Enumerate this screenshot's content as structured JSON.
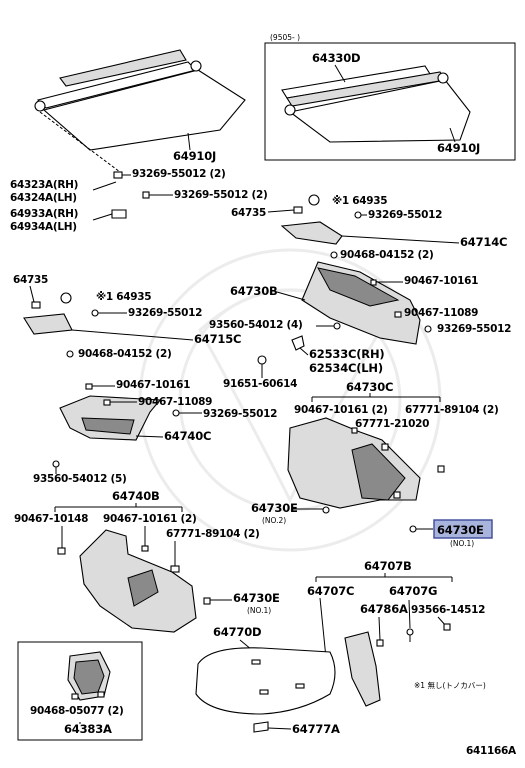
{
  "diagram": {
    "header_label": "(9505-      )",
    "figure_code": "641166A",
    "footnote": "※1 無し(トノカバー)",
    "parts": {
      "p64330D": "64330D",
      "p64910J_top": "64910J",
      "p64910J_left": "64910J",
      "p93269_55012_2a": "93269-55012 (2)",
      "p93269_55012_2b": "93269-55012 (2)",
      "p64323A": "64323A(RH)",
      "p64324A": "64324A(LH)",
      "p64933A": "64933A(RH)",
      "p64934A": "64934A(LH)",
      "p64935_r": "※1 64935",
      "p64735_r": "64735",
      "p93269_55012_r": "93269-55012",
      "p64714C": "64714C",
      "p90468_04152_r": "90468-04152 (2)",
      "p64735_l": "64735",
      "p64935_l": "※1 64935",
      "p93269_55012_l": "93269-55012",
      "p64715C": "64715C",
      "p90468_04152_l": "90468-04152 (2)",
      "p64730B": "64730B",
      "p90467_10161_a": "90467-10161",
      "p90467_11089_a": "90467-11089",
      "p93560_54012_4": "93560-54012 (4)",
      "p93269_55012_c": "93269-55012",
      "p62533C": "62533C(RH)",
      "p62534C": "62534C(LH)",
      "p91651_60614": "91651-60614",
      "p90467_10161_b": "90467-10161",
      "p64730C": "64730C",
      "p90467_11089_b": "90467-11089",
      "p93269_55012_d": "93269-55012",
      "p90467_10161_2a": "90467-10161 (2)",
      "p67771_89104_2a": "67771-89104 (2)",
      "p67771_21020": "67771-21020",
      "p64740C": "64740C",
      "p93560_54012_5": "93560-54012 (5)",
      "p64740B": "64740B",
      "p90467_10148": "90467-10148",
      "p90467_10161_2b": "90467-10161 (2)",
      "p67771_89104_2b": "67771-89104 (2)",
      "p64730E_no2": "64730E",
      "no2": "(NO.2)",
      "p64730E_hl": "64730E",
      "no1_hl": "(NO.1)",
      "p64730E_no1": "64730E",
      "no1": "(NO.1)",
      "p64707B": "64707B",
      "p64707C": "64707C",
      "p64707G": "64707G",
      "p64786A": "64786A",
      "p93566_14512": "93566-14512",
      "p64770D": "64770D",
      "p64777A": "64777A",
      "p90468_05077_2": "90468-05077 (2)",
      "p64383A": "64383A"
    }
  },
  "colors": {
    "highlight_fill": "#a9b4dc",
    "highlight_border": "#3d4a9a",
    "line": "#000000",
    "part_fill": "#dcdcdc"
  }
}
